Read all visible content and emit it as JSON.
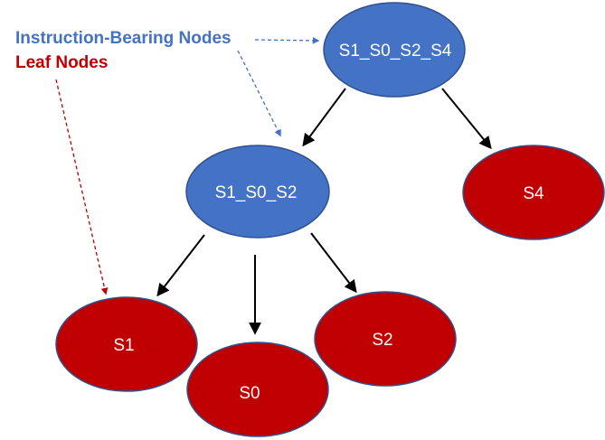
{
  "legend": {
    "instruction_label": "Instruction-Bearing Nodes",
    "leaf_label": "Leaf Nodes"
  },
  "nodes": {
    "root": "S1_S0_S2_S4",
    "mid": "S1_S0_S2",
    "s4": "S4",
    "s1": "S1",
    "s0": "S0",
    "s2": "S2"
  },
  "colors": {
    "instruction_fill": "#4472c4",
    "instruction_stroke": "#2f528f",
    "leaf_fill": "#c00000",
    "leaf_stroke": "#2f528f",
    "instruction_text": "#4472c4",
    "leaf_text": "#c00000",
    "edge": "#000000"
  }
}
